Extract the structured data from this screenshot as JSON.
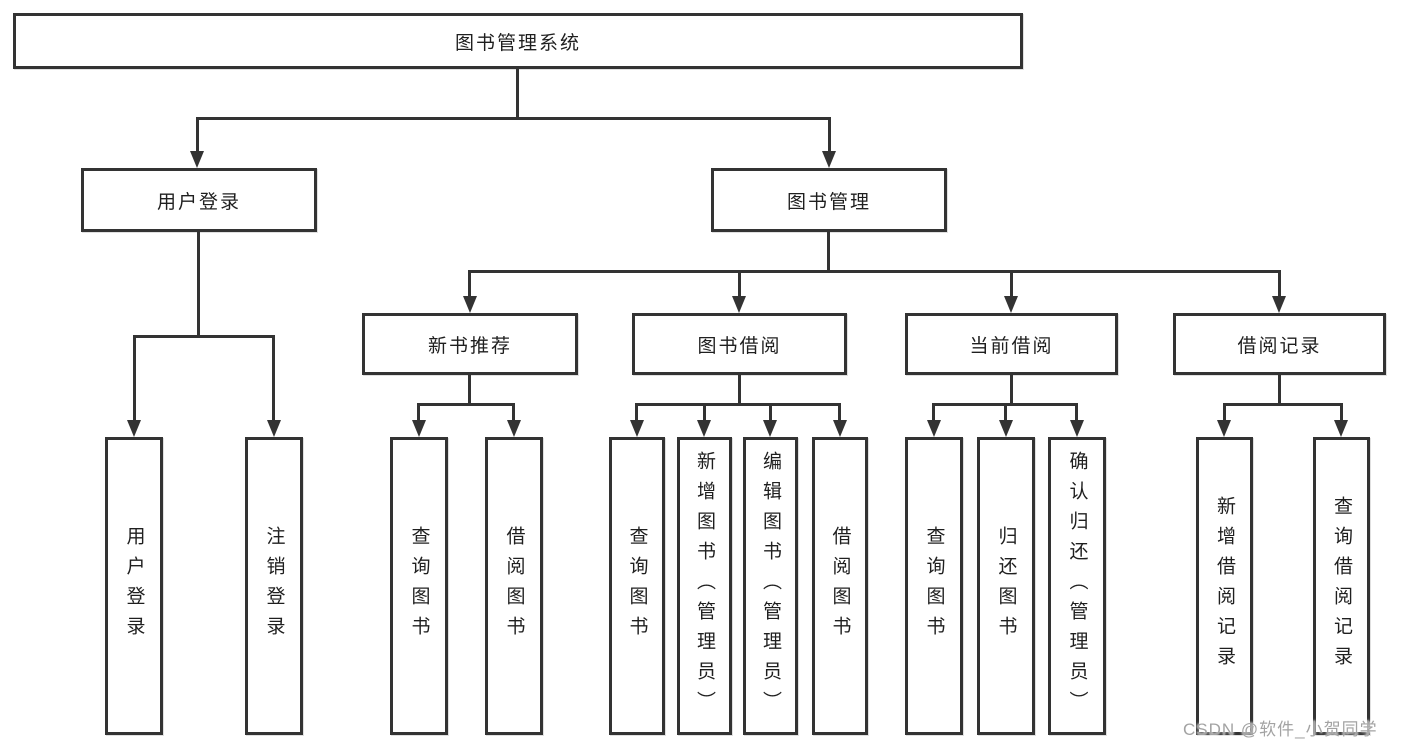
{
  "tree": {
    "root": {
      "label": "图书管理系统"
    },
    "branches": [
      {
        "label": "用户登录",
        "leaves": [
          {
            "label": "用户登录"
          },
          {
            "label": "注销登录"
          }
        ]
      },
      {
        "label": "图书管理",
        "sections": [
          {
            "label": "新书推荐",
            "leaves": [
              {
                "label": "查询图书"
              },
              {
                "label": "借阅图书"
              }
            ]
          },
          {
            "label": "图书借阅",
            "leaves": [
              {
                "label": "查询图书"
              },
              {
                "label": "新增图书（管理员）"
              },
              {
                "label": "编辑图书（管理员）"
              },
              {
                "label": "借阅图书"
              }
            ]
          },
          {
            "label": "当前借阅",
            "leaves": [
              {
                "label": "查询图书"
              },
              {
                "label": "归还图书"
              },
              {
                "label": "确认归还（管理员）"
              }
            ]
          },
          {
            "label": "借阅记录",
            "leaves": [
              {
                "label": "新增借阅记录"
              },
              {
                "label": "查询借阅记录"
              }
            ]
          }
        ]
      }
    ]
  },
  "watermark": {
    "text": "CSDN @软件_小贺同学"
  },
  "colors": {
    "line": "#333333",
    "text": "#1f1f1f",
    "watermark": "#a3a3a3",
    "background": "#ffffff"
  }
}
